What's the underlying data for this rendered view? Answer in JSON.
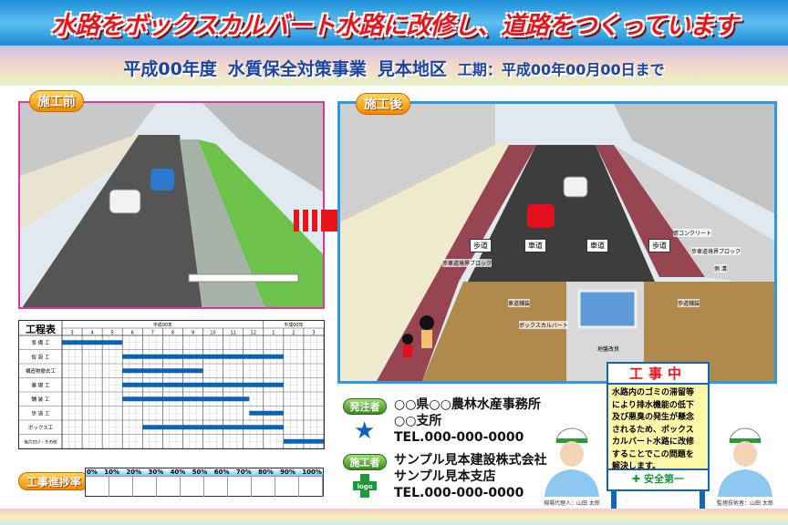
{
  "header": {
    "title": "水路をボックスカルバート水路に改修し、道路をつくっています"
  },
  "subheader": {
    "year": "平成00年度",
    "project": "水質保全対策事業",
    "district": "見本地区",
    "period": "工期：平成00年00月00日まで"
  },
  "before": {
    "label": "施工前"
  },
  "after": {
    "label": "施工後",
    "labels": {
      "sidewalk_l": "歩道",
      "road_l": "車道",
      "road_r": "車道",
      "sidewalk_r": "歩道"
    },
    "notes": {
      "boundary_block_l": "歩車道境界ブロック",
      "concrete": "張コンクリート",
      "boundary_block_r": "歩車道境界ブロック",
      "ditch": "側 溝",
      "road_paving": "車道舗装",
      "sidewalk_paving": "歩道舗装",
      "box_culvert": "ボックスカルバート",
      "ground": "地盤改良"
    }
  },
  "schedule": {
    "title": "工程表",
    "years": [
      {
        "label": "平成00年",
        "span": 10
      },
      {
        "label": "平成00年",
        "span": 3
      }
    ],
    "months": [
      "3",
      "4",
      "5",
      "6",
      "7",
      "8",
      "9",
      "10",
      "11",
      "12",
      "1",
      "2",
      "3"
    ],
    "rows": [
      {
        "label": "準 備 工",
        "start": 0,
        "end": 3
      },
      {
        "label": "仮 設 工",
        "start": 3,
        "end": 11
      },
      {
        "label": "構造物撤去工",
        "start": 3,
        "end": 7
      },
      {
        "label": "基 礎 工",
        "start": 3,
        "end": 11
      },
      {
        "label": "舗 装 工",
        "start": 3,
        "end": 9.3
      },
      {
        "label": "歩 道 工",
        "start": 9.3,
        "end": 11
      },
      {
        "label": "ボックス工",
        "start": 4,
        "end": 11
      },
      {
        "label": "後片付け・その他",
        "start": 11,
        "end": 13
      }
    ],
    "bar_color": "#0a62b8"
  },
  "progress": {
    "label": "工事進捗率",
    "ticks": [
      "0%",
      "10%",
      "20%",
      "30%",
      "40%",
      "50%",
      "60%",
      "70%",
      "80%",
      "90%",
      "100%"
    ],
    "value": 0
  },
  "client": {
    "badge": "発注者",
    "line1": "○○県○○農林水産事務所",
    "line2": "○○支所",
    "tel": "TEL.000-000-0000"
  },
  "contractor": {
    "badge": "施工者",
    "logo": "logo",
    "line1": "サンプル見本建設株式会社",
    "line2": "サンプル見本支店",
    "tel": "TEL.000-000-0000"
  },
  "sign": {
    "heading": "工事中",
    "body": [
      "水路内のゴミの滞留等",
      "により排水機能の低下",
      "及び悪臭の発生が懸念",
      "されるため、ボックス",
      "カルバート水路に改修",
      "することでこの問題を",
      "解決します。"
    ],
    "footer": "安全第一"
  },
  "people": {
    "left": "現場代理人：山田 太郎",
    "right": "監理技術者：山田 太郎"
  }
}
